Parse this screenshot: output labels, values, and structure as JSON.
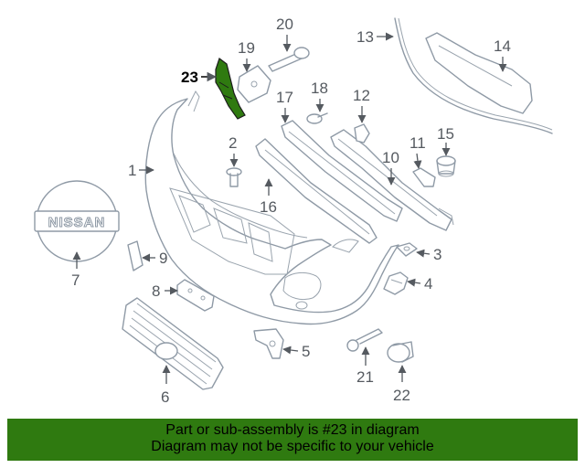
{
  "diagram": {
    "callouts": [
      "1",
      "2",
      "3",
      "4",
      "5",
      "6",
      "7",
      "8",
      "9",
      "10",
      "11",
      "12",
      "13",
      "14",
      "15",
      "16",
      "17",
      "18",
      "19",
      "20",
      "21",
      "22",
      "23"
    ],
    "highlighted_callout": "23",
    "logo_text": "NISSAN",
    "highlight_color": "#2f7a10"
  },
  "footer": {
    "line1": "Part or sub-assembly is #23 in diagram",
    "line2": "Diagram may not be specific to your vehicle",
    "background": "#2f7a10"
  }
}
